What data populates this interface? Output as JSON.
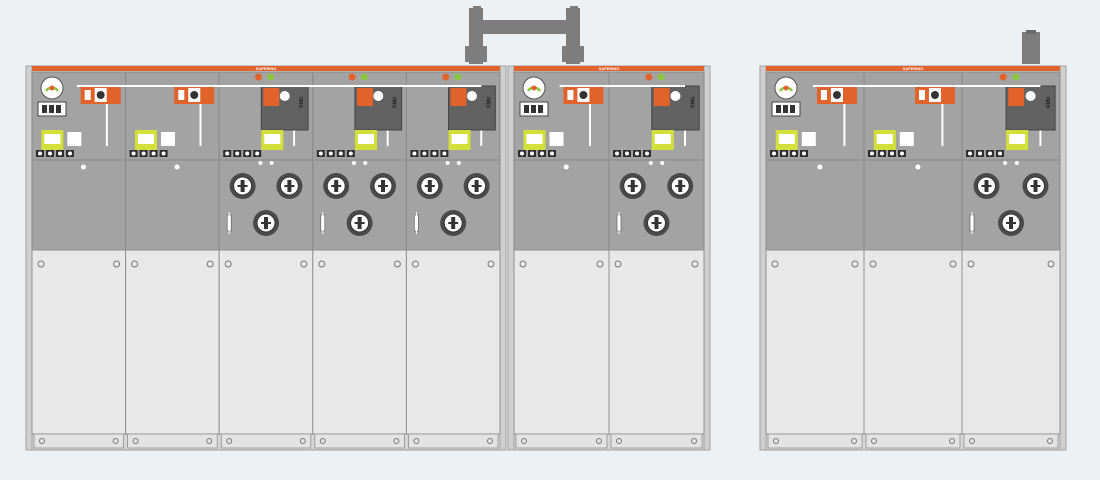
{
  "brand_label": "SAFERING",
  "panel_label": "RMU",
  "colors": {
    "background": "#edf1f4",
    "upper_panel": "#a3a3a3",
    "lower_door": "#e8e8e8",
    "accent_orange": "#e2622b",
    "status_red": "#e2622b",
    "status_green": "#8cc63f",
    "interlock_yellow": "#d4e03a",
    "mimic_white": "#ffffff",
    "busbar_gray": "#7d7d7d"
  },
  "switchboards": [
    {
      "modules": [
        "C",
        "C",
        "F",
        "F",
        "F"
      ]
    },
    {
      "modules": [
        "C",
        "F"
      ]
    },
    {
      "modules": [
        "C",
        "C",
        "F"
      ]
    }
  ]
}
